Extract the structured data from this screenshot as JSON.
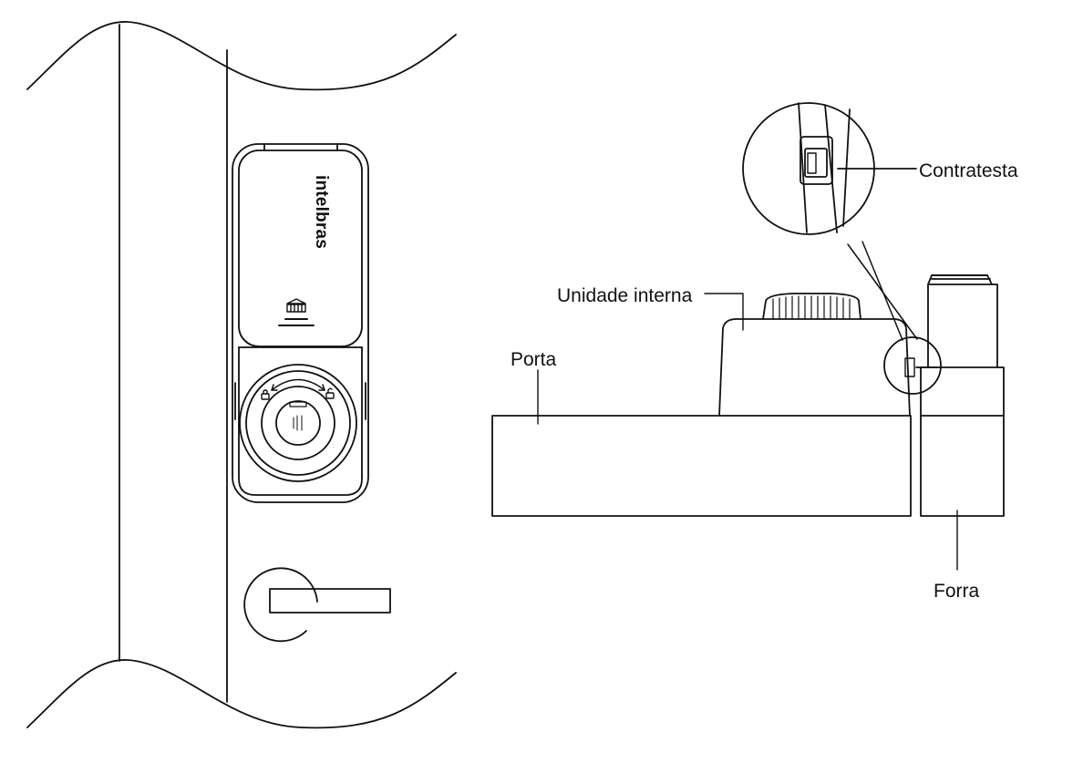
{
  "brand": "intelbras",
  "labels": {
    "contratesta": "Contratesta",
    "unidade_interna": "Unidade interna",
    "porta": "Porta",
    "forra": "Forra"
  },
  "colors": {
    "stroke": "#111111",
    "background": "#ffffff"
  }
}
